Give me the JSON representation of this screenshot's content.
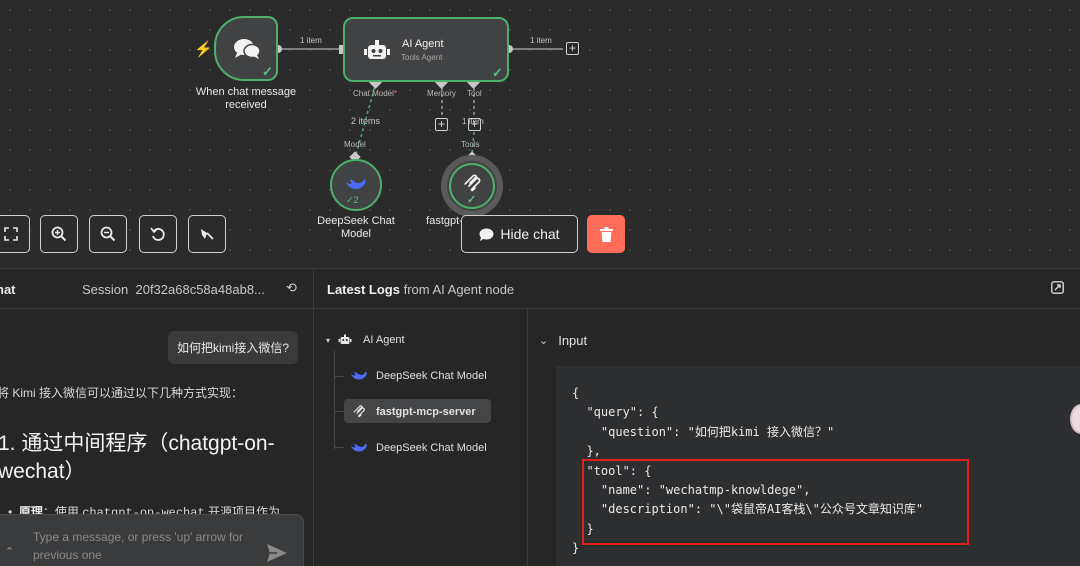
{
  "canvas": {
    "trigger_node": {
      "label": "When chat message received",
      "icon": "chat-bubbles-icon"
    },
    "edge_trigger_agent_label": "1 item",
    "edge_agent_out_label": "1 item",
    "agent_node": {
      "title": "AI Agent",
      "subtitle": "Tools Agent",
      "icon": "robot-icon"
    },
    "ports": {
      "chat_model": "Chat Model",
      "required_mark": "*",
      "memory": "Memory",
      "tool": "Tool"
    },
    "model_edge_label": "2 items",
    "model_port_label": "Model",
    "tools_port_label": "Tools",
    "tool_edge_label": "1 item",
    "deepseek_node": {
      "label": "DeepSeek Chat Model",
      "count": "2",
      "icon": "deepseek-whale-icon"
    },
    "mcp_node": {
      "label": "fastgpt-mcp-server",
      "icon": "mcp-icon"
    },
    "colors": {
      "success": "#4caf6a",
      "danger": "#ff6d5a",
      "highlight": "#e0201e"
    }
  },
  "toolbar": {
    "fit_view": "fit-view-icon",
    "zoom_in": "zoom-in-icon",
    "zoom_out": "zoom-out-icon",
    "reset": "undo-icon",
    "tidy": "broom-icon",
    "hide_chat_label": "Hide chat",
    "delete": "trash-icon"
  },
  "chat": {
    "title": "hat",
    "session_label": "Session",
    "session_id": "20f32a68c58a48ab8...",
    "user_message": "如何把kimi接入微信?",
    "bot_intro": "将 Kimi 接入微信可以通过以下几种方式实现：",
    "bot_heading": "1. 通过中间程序（chatgpt-on-wechat）",
    "bot_bullet_label": "原理",
    "bot_bullet_text": "：使用 ",
    "bot_bullet_code": "chatgpt-on-wechat",
    "bot_bullet_tail": " 开源项目作为",
    "composer_placeholder": "Type a message, or press 'up' arrow for previous one"
  },
  "logs": {
    "title_bold": "Latest Logs",
    "title_rest": " from AI Agent node",
    "tree": [
      {
        "label": "AI Agent"
      },
      {
        "label": "DeepSeek Chat Model"
      },
      {
        "label": "fastgpt-mcp-server"
      },
      {
        "label": "DeepSeek Chat Model"
      }
    ],
    "input_label": "Input",
    "json_text": "{\n  \"query\": {\n    \"question\": \"如何把kimi 接入微信？\"\n  },\n  \"tool\": {\n    \"name\": \"wechatmp-knowldege\",\n    \"description\": \"\\\"袋鼠帝AI客栈\\\"公众号文章知识库\"\n  }\n}"
  }
}
